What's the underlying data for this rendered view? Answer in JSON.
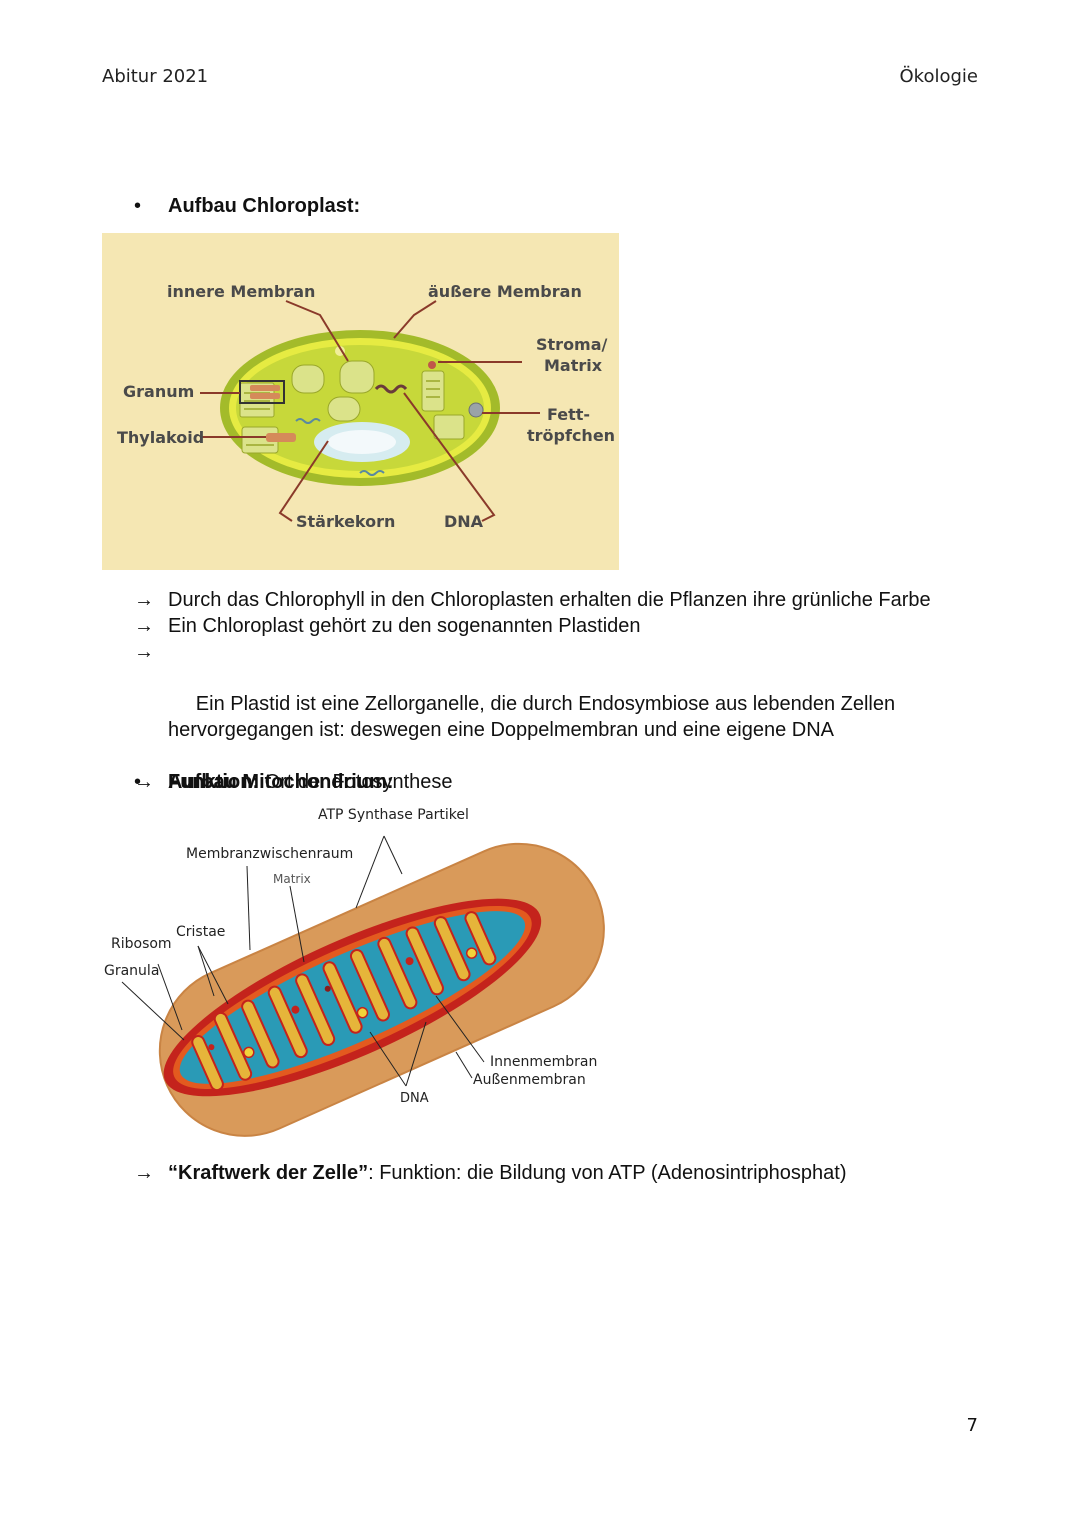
{
  "header": {
    "left": "Abitur 2021",
    "right": "Ökologie"
  },
  "chloroplast": {
    "heading": "Aufbau Chloroplast:",
    "labels": {
      "inner_membrane": "innere Membran",
      "outer_membrane": "äußere Membran",
      "stroma_line1": "Stroma/",
      "stroma_line2": "Matrix",
      "granum": "Granum",
      "thylakoid": "Thylakoid",
      "fat_line1": "Fett-",
      "fat_line2": "tröpfchen",
      "starch": "Stärkekorn",
      "dna": "DNA"
    },
    "bullets": [
      {
        "arrow": "→",
        "lead": "",
        "text": "Durch das Chlorophyll in den Chloroplasten erhalten die Pflanzen ihre grünliche Farbe"
      },
      {
        "arrow": "→",
        "lead": "",
        "text": "Ein Chloroplast gehört zu den sogenannten Plastiden"
      },
      {
        "arrow": "→",
        "lead": "",
        "text": " Ein Plastid ist eine Zellorganelle, die durch Endosymbiose aus lebenden Zellen hervorgegangen ist: deswegen eine Doppelmembran und eine eigene DNA"
      },
      {
        "arrow": "→",
        "lead": "Funktion:",
        "text": " Ort der Fotosynthese"
      }
    ]
  },
  "mitochondrion": {
    "heading": "Aufbau Mitochondrium:",
    "labels": {
      "atp": "ATP Synthase Partikel",
      "intermembrane": "Membranzwischenraum",
      "matrix": "Matrix",
      "cristae": "Cristae",
      "ribosome": "Ribosom",
      "granula": "Granula",
      "inner_membrane": "Innenmembran",
      "outer_membrane": "Außenmembran",
      "dna": "DNA"
    },
    "bullets": [
      {
        "arrow": "→",
        "lead": "“Kraftwerk der Zelle”",
        "text": ": Funktion: die Bildung von ATP (Adenosintriphosphat)"
      }
    ]
  },
  "page_number": "7"
}
